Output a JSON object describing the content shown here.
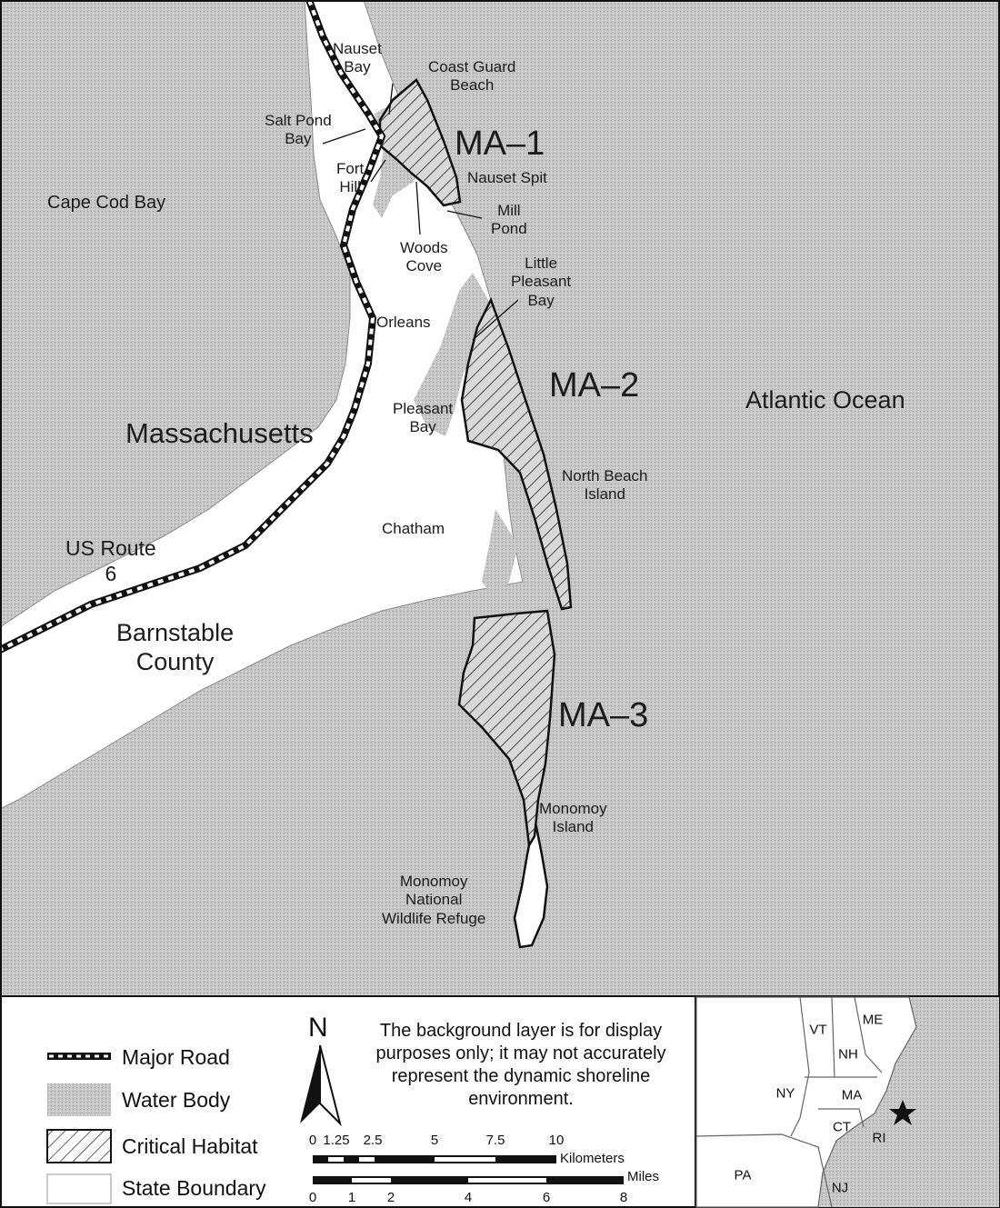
{
  "map": {
    "water_labels": {
      "cape_cod_bay": "Cape Cod Bay",
      "atlantic_ocean": "Atlantic Ocean"
    },
    "region_labels": {
      "massachusetts": "Massachusetts",
      "barnstable": "Barnstable\nCounty",
      "us_route": "US Route\n6"
    },
    "habitat_units": [
      "MA–1",
      "MA–2",
      "MA–3"
    ],
    "place_labels": {
      "nauset_bay": "Nauset\nBay",
      "coast_guard_beach": "Coast Guard\nBeach",
      "salt_pond_bay": "Salt Pond\nBay",
      "fort_hill": "Fort\nHill",
      "nauset_spit": "Nauset Spit",
      "mill_pond": "Mill\nPond",
      "woods_cove": "Woods\nCove",
      "little_pleasant_bay": "Little\nPleasant\nBay",
      "orleans": "Orleans",
      "pleasant_bay": "Pleasant\nBay",
      "north_beach_island": "North Beach\nIsland",
      "chatham": "Chatham",
      "monomoy_island": "Monomoy\nIsland",
      "monomoy_refuge": "Monomoy\nNational\nWildlife Refuge"
    }
  },
  "legend": {
    "items": [
      "Major Road",
      "Water Body",
      "Critical Habitat",
      "State Boundary"
    ],
    "north": "N",
    "note": "The background layer is for display purposes only; it may not accurately represent the dynamic shoreline environment.",
    "scale_km": {
      "ticks": [
        "0",
        "1.25",
        "2.5",
        "5",
        "7.5",
        "10"
      ],
      "unit": "Kilometers"
    },
    "scale_mi": {
      "ticks": [
        "0",
        "1",
        "2",
        "4",
        "6",
        "8"
      ],
      "unit": "Miles"
    }
  },
  "inset": {
    "states": [
      "VT",
      "ME",
      "NH",
      "NY",
      "MA",
      "CT",
      "RI",
      "PA",
      "NJ"
    ]
  },
  "colors": {
    "water": "#c8c8c8",
    "land": "#ffffff",
    "outline": "#111111"
  }
}
